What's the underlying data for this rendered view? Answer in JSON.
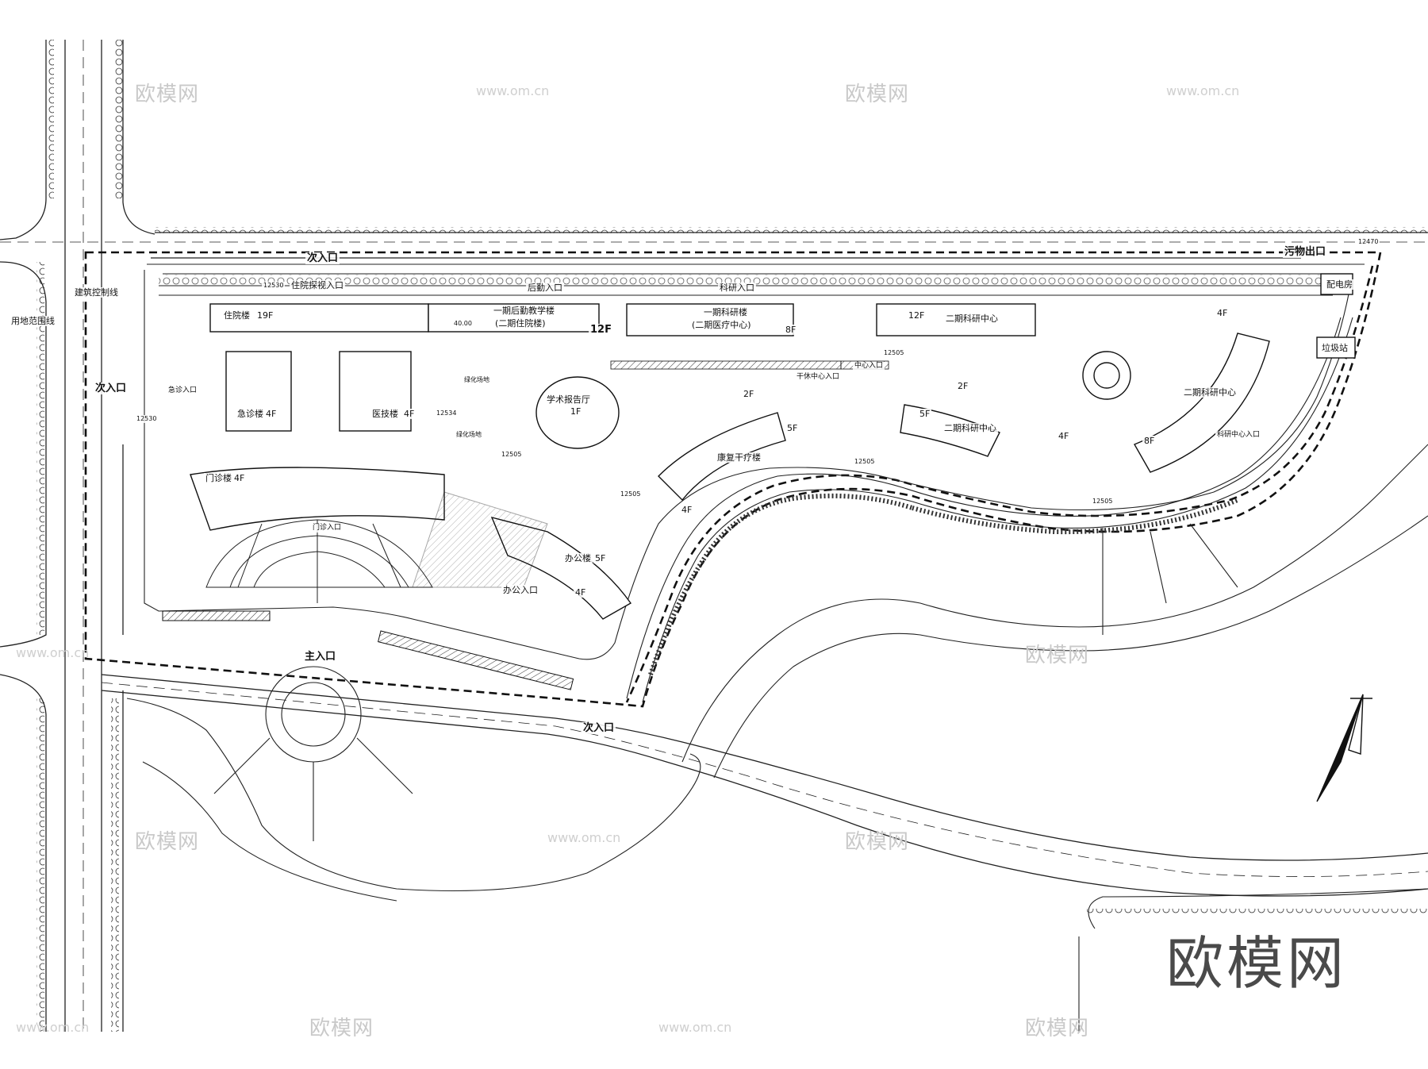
{
  "entrances": {
    "north_secondary": "次入口",
    "west_secondary": "次入口",
    "south_secondary": "次入口",
    "main": "主入口",
    "waste_exit": "污物出口",
    "inpatient_visit": "住院探视入口",
    "logistics": "后勤入口",
    "research": "科研入口",
    "research_center": "科研中心入口",
    "emergency": "急诊入口",
    "outpatient": "门诊入口",
    "office": "办公入口",
    "ward_center": "干休中心入口",
    "pedestrian_center": "中心入口"
  },
  "buildings": {
    "inpatient": "住院楼",
    "inpatient_floors": "19F",
    "logistics_phase1": "一期后勤教学楼",
    "logistics_phase2": "(二期住院楼)",
    "logistics_floors": "12F",
    "auditorium": "学术报告厅",
    "auditorium_floors": "1F",
    "research_phase1": "一期科研楼",
    "research_phase1_sub": "(二期医疗中心)",
    "research_phase1_floors": "8F",
    "research_phase2_a": "二期科研中心",
    "research_phase2_a_floors": "12F",
    "emergency": "急诊楼",
    "emergency_floors": "4F",
    "medtech": "医技楼",
    "medtech_floors": "4F",
    "outpatient": "门诊楼",
    "outpatient_floors": "4F",
    "office": "办公楼",
    "office_floors": "5F",
    "office_wing_floors": "4F",
    "rehab": "康复干疗楼",
    "rehab_floors_a": "5F",
    "rehab_floors_b": "4F",
    "rehab_floors_c": "2F",
    "research_phase2_b": "二期科研中心",
    "research_phase2_b_floors_a": "5F",
    "research_phase2_b_floors_b": "4F",
    "research_phase2_b_floors_c": "2F",
    "research_phase2_c": "二期科研中心",
    "research_phase2_c_floors_a": "8F",
    "research_phase2_c_floors_b": "4F",
    "power_room": "配电房",
    "garbage_station": "垃圾站"
  },
  "annotations": {
    "build_control_line": "建筑控制线",
    "land_boundary_line": "用地范围线",
    "green_area": "绿化场地",
    "green_area_2": "绿化场地",
    "dimension_4000": "40.00",
    "elev_1": "12530",
    "elev_2": "12505",
    "elev_3": "12505",
    "elev_4": "12505",
    "elev_5": "12470",
    "elev_6": "12530",
    "elev_7": "12534",
    "elev_8": "12505",
    "elev_9": "12505"
  },
  "watermarks": {
    "brand": "欧模网",
    "url": "www.om.cn",
    "url_partial": "www.om.cn",
    "logo": "欧模网"
  },
  "colors": {
    "line": "#1a1a1a",
    "watermark": "#c9c9c9",
    "logo": "#4a4a4a"
  }
}
